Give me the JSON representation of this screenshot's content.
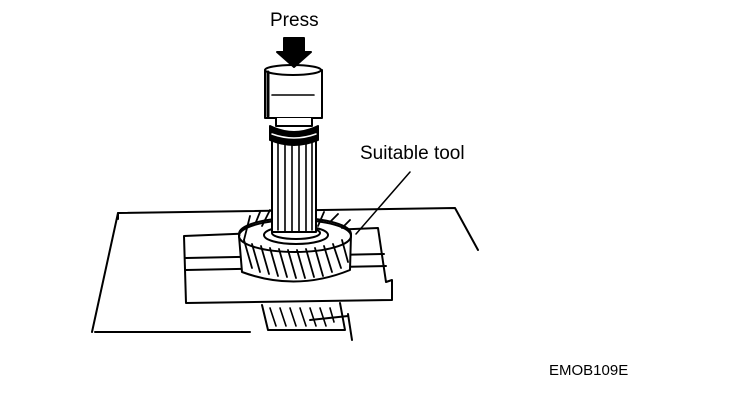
{
  "labels": {
    "press": "Press",
    "tool": "Suitable tool",
    "code": "EMOB109E"
  },
  "colors": {
    "line": "#000000",
    "background": "#ffffff"
  }
}
